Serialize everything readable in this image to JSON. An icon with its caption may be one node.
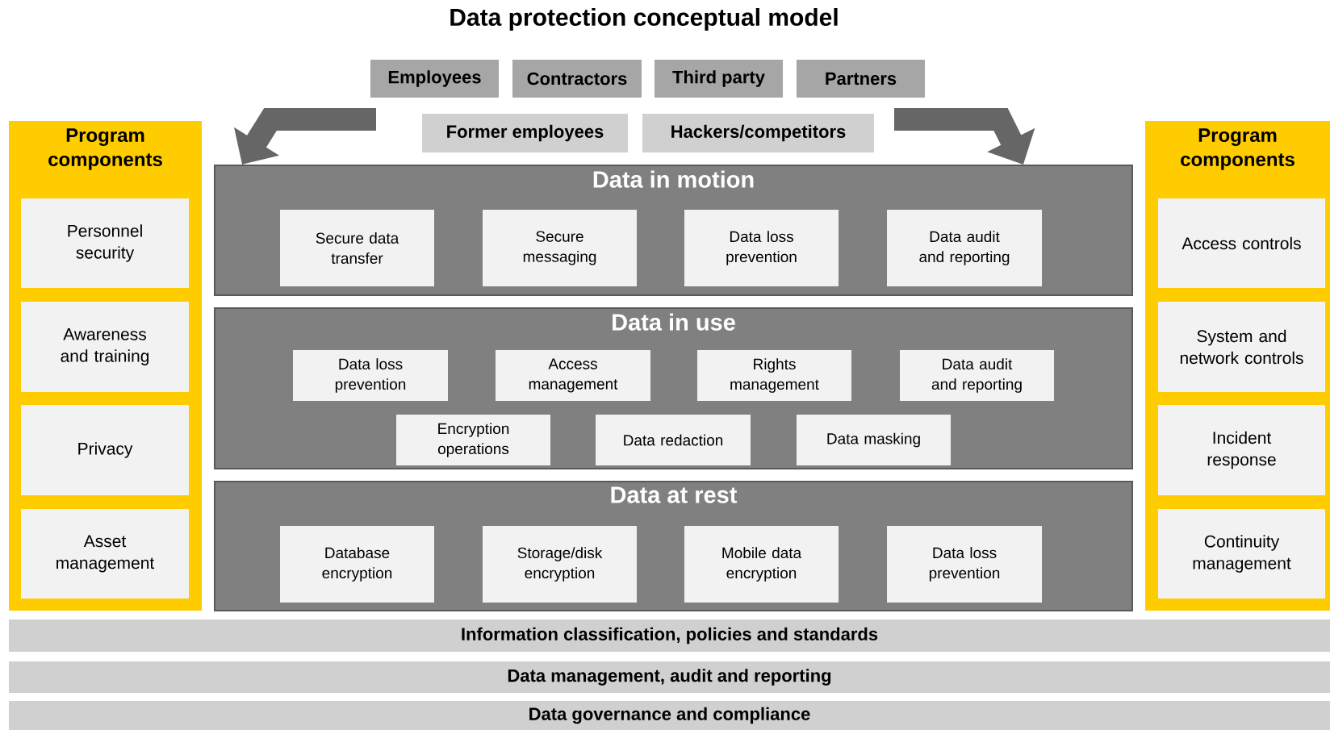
{
  "diagram": {
    "title": "Data protection conceptual model",
    "nodes": [
      {
        "text": [
          "Employees"
        ]
      },
      {
        "text": [
          "Contractors"
        ]
      },
      {
        "text": [
          "Third party"
        ]
      },
      {
        "text": [
          "Partners"
        ]
      },
      {
        "text": [
          "Former employees"
        ]
      },
      {
        "text": [
          "Hackers/competitors"
        ]
      },
      {
        "text": [
          "Program components"
        ]
      },
      {
        "text": [
          "Personnel security"
        ],
        "in": 6
      },
      {
        "text": [
          "Awareness and training"
        ],
        "in": 6
      },
      {
        "text": [
          "Privacy"
        ],
        "in": 6
      },
      {
        "text": [
          "Asset management"
        ],
        "in": 6
      },
      {
        "text": [
          "Data in motion"
        ]
      },
      {
        "text": [
          "Secure data transfer"
        ],
        "in": 11
      },
      {
        "text": [
          "Secure messaging"
        ],
        "in": 11
      },
      {
        "text": [
          "Data loss prevention"
        ],
        "in": 11
      },
      {
        "text": [
          "Data audit and reporting"
        ],
        "in": 11
      },
      {
        "text": [
          "Data in use"
        ]
      },
      {
        "text": [
          "Data loss prevention"
        ],
        "in": 16
      },
      {
        "text": [
          "Access management"
        ],
        "in": 16
      },
      {
        "text": [
          "Rights management"
        ],
        "in": 16
      },
      {
        "text": [
          "Data audit and reporting"
        ],
        "in": 16
      },
      {
        "text": [
          "Encryption operations"
        ],
        "in": 16
      },
      {
        "text": [
          "Data redaction"
        ],
        "in": 16
      },
      {
        "text": [
          "Data masking"
        ],
        "in": 16
      },
      {
        "text": [
          "Data at rest"
        ]
      },
      {
        "text": [
          "Database encryption"
        ],
        "in": 24
      },
      {
        "text": [
          "Storage/disk encryption"
        ],
        "in": 24
      },
      {
        "text": [
          "Mobile data encryption"
        ],
        "in": 24
      },
      {
        "text": [
          "Data loss prevention"
        ],
        "in": 24
      },
      {
        "text": [
          "Program components"
        ]
      },
      {
        "text": [
          "Access controls"
        ],
        "in": 29
      },
      {
        "text": [
          "System and network controls"
        ],
        "in": 29
      },
      {
        "text": [
          "Incident response"
        ],
        "in": 29
      },
      {
        "text": [
          "Continuity management"
        ],
        "in": 29
      },
      {
        "text": [
          "Information classification, policies and standards"
        ]
      },
      {
        "text": [
          "Data management, audit and reporting"
        ]
      },
      {
        "text": [
          "Data governance and compliance"
        ]
      }
    ],
    "edges": [
      {
        "from": null,
        "to": 11,
        "arrow": "to"
      },
      {
        "from": null,
        "to": 11,
        "arrow": "to"
      }
    ]
  }
}
